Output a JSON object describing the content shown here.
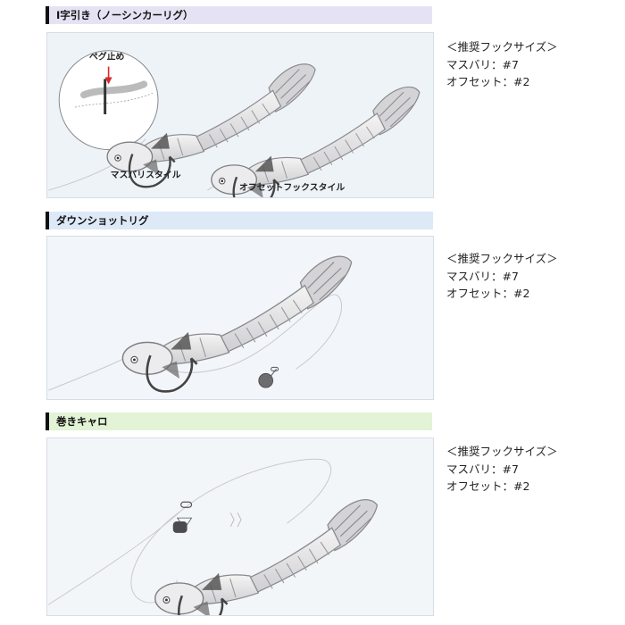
{
  "sections": [
    {
      "title": "I字引き（ノーシンカーリグ）",
      "header_color": "#e5e3f3",
      "panel_color": "#eef3f8",
      "labels": {
        "peg_stop": "ペグ止め",
        "left_rig": "マスバリスタイル",
        "right_rig": "オフセットフックスタイル"
      },
      "spec": {
        "heading": "＜推奨フックサイズ＞",
        "line1": "マスバリ：#7",
        "line2": "オフセット：#2"
      }
    },
    {
      "title": "ダウンショットリグ",
      "header_color": "#dde9f7",
      "panel_color": "#f2f6fa",
      "spec": {
        "heading": "＜推奨フックサイズ＞",
        "line1": "マスバリ：#7",
        "line2": "オフセット：#2"
      }
    },
    {
      "title": "巻きキャロ",
      "header_color": "#e3f3d6",
      "panel_color": "#f3f6f9",
      "spec": {
        "heading": "＜推奨フックサイズ＞",
        "line1": "マスバリ：#7",
        "line2": "オフセット：#2"
      }
    }
  ]
}
